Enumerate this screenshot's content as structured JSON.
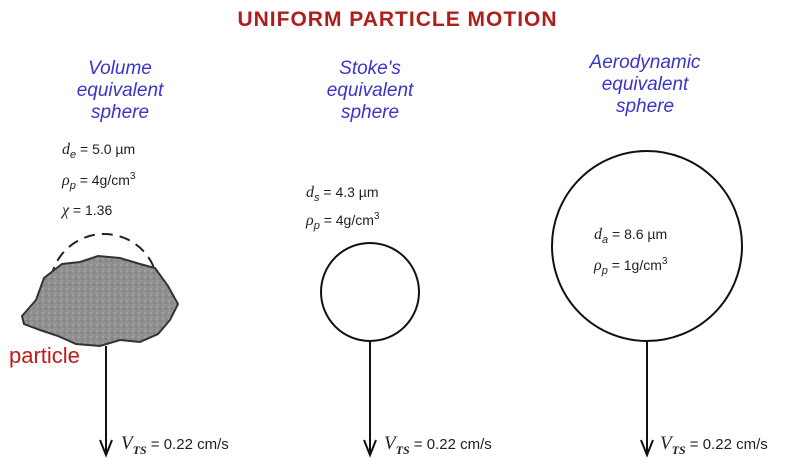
{
  "title": "UNIFORM PARTICLE MOTION",
  "columns": [
    {
      "heading": [
        "Volume",
        "equivalent",
        "sphere"
      ],
      "props": [
        {
          "symbol": "d",
          "sub": "e",
          "text": " = 5.0 µm",
          "sup": ""
        },
        {
          "symbol": "ρ",
          "sub": "p",
          "text": " = 4g/cm",
          "sup": "3"
        },
        {
          "symbol": "χ",
          "sub": "",
          "text": " = 1.36",
          "sup": ""
        }
      ],
      "velocity": {
        "symbol": "V",
        "sub": "TS",
        "text": " = 0.22 cm/s"
      }
    },
    {
      "heading": [
        "Stoke's",
        "equivalent",
        "sphere"
      ],
      "props": [
        {
          "symbol": "d",
          "sub": "s",
          "text": " = 4.3 µm",
          "sup": ""
        },
        {
          "symbol": "ρ",
          "sub": "p",
          "text": " = 4g/cm",
          "sup": "3"
        }
      ],
      "velocity": {
        "symbol": "V",
        "sub": "TS",
        "text": " = 0.22 cm/s"
      }
    },
    {
      "heading": [
        "Aerodynamic",
        "equivalent",
        "sphere"
      ],
      "props": [
        {
          "symbol": "d",
          "sub": "a",
          "text": " = 8.6 µm",
          "sup": ""
        },
        {
          "symbol": "ρ",
          "sub": "p",
          "text": " = 1g/cm",
          "sup": "3"
        }
      ],
      "velocity": {
        "symbol": "V",
        "sub": "TS",
        "text": " = 0.22 cm/s"
      }
    }
  ],
  "particle_label": "particle",
  "colors": {
    "title": "#b01d1d",
    "heading": "#3a34c8",
    "particle_label": "#c21a1a",
    "particle_fill": "#8f8f8f"
  }
}
